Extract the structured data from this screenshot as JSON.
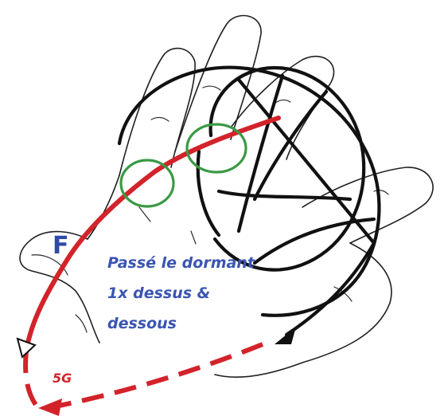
{
  "labels": {
    "finger": "F",
    "note_line1": "Passé le dormant",
    "note_line2": "1x dessus &",
    "note_line3": "dessous",
    "direction": "5G"
  },
  "colors": {
    "annotation_text": "#3b55b3",
    "rope_path": "#d3232a",
    "highlight_rings": "#3a9a45",
    "knot_lines": "#111111"
  }
}
